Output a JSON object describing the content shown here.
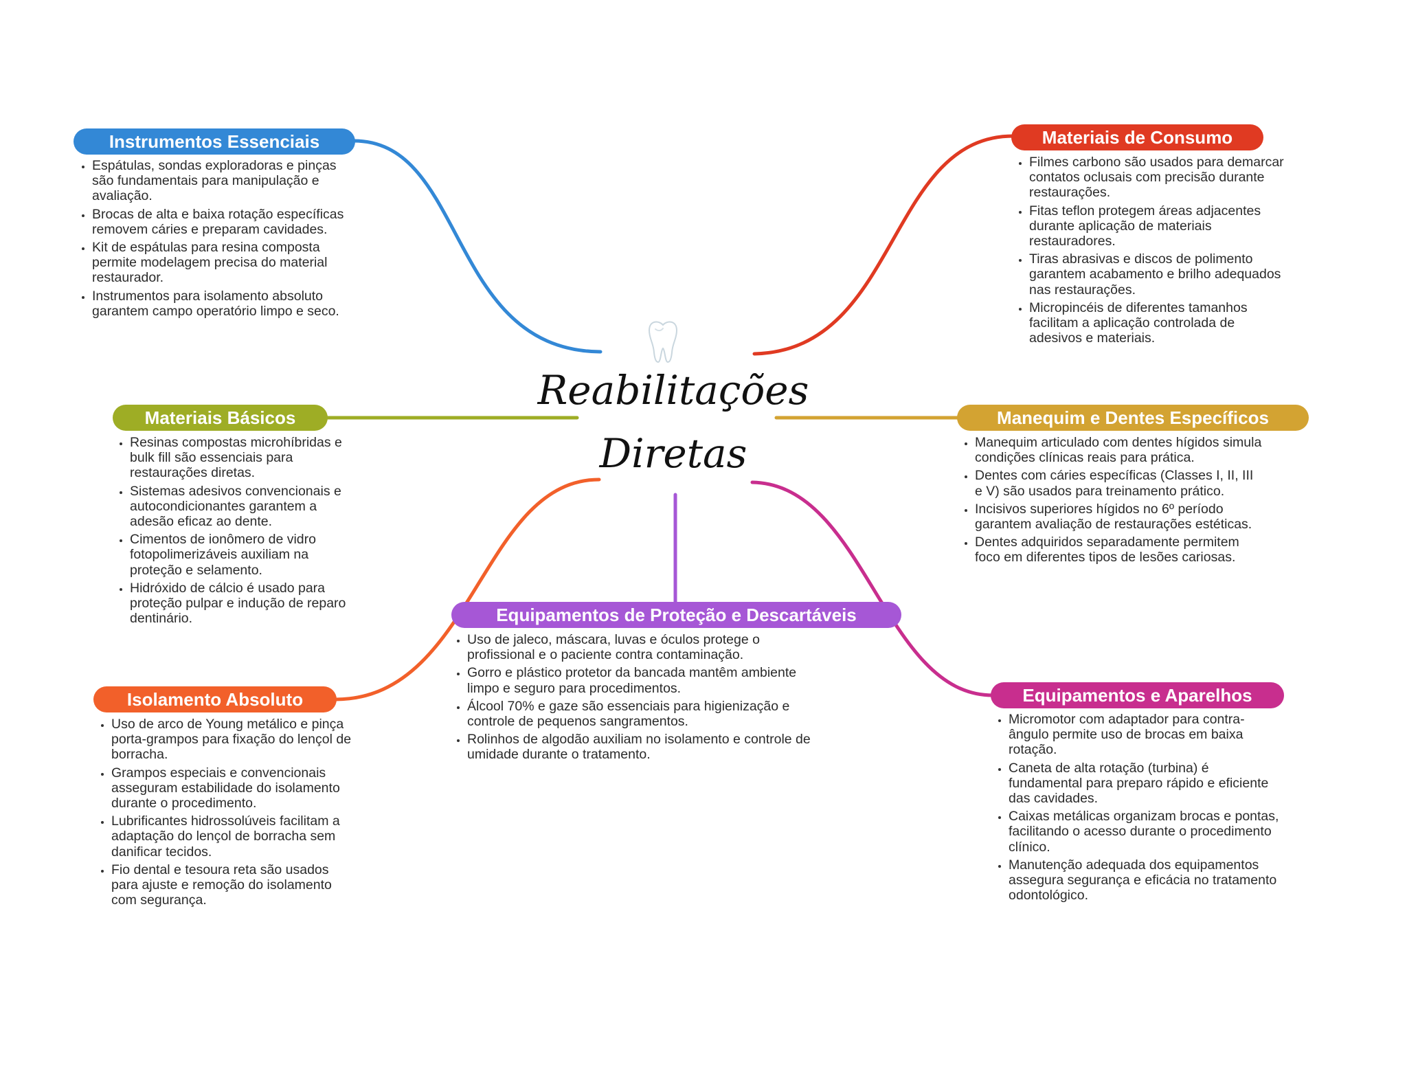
{
  "center": {
    "title_line1": "Reabilitações",
    "title_line2": "Diretas",
    "icon": "tooth-icon"
  },
  "branches": [
    {
      "id": "instrumentos-essenciais",
      "title": "Instrumentos Essenciais",
      "color": "#3388D6",
      "items": [
        "Espátulas, sondas exploradoras e pinças são fundamentais para manipulação e avaliação.",
        "Brocas de alta e baixa rotação específicas removem cáries e preparam cavidades.",
        "Kit de espátulas para resina composta permite modelagem precisa do material restaurador.",
        "Instrumentos para isolamento absoluto garantem campo operatório limpo e seco."
      ]
    },
    {
      "id": "materiais-de-consumo",
      "title": "Materiais de Consumo",
      "color": "#E03A22",
      "items": [
        "Filmes carbono são usados para demarcar contatos oclusais com precisão durante restaurações.",
        "Fitas teflon protegem áreas adjacentes durante aplicação de materiais restauradores.",
        "Tiras abrasivas e discos de polimento garantem acabamento e brilho adequados nas restaurações.",
        "Micropincéis de diferentes tamanhos facilitam a aplicação controlada de adesivos e materiais."
      ]
    },
    {
      "id": "materiais-basicos",
      "title": "Materiais Básicos",
      "color": "#9EAD25",
      "items": [
        "Resinas compostas microhíbridas e bulk fill são essenciais para restaurações diretas.",
        "Sistemas adesivos convencionais e autocondicionantes garantem a adesão eficaz ao dente.",
        "Cimentos de ionômero de vidro fotopolimerizáveis auxiliam na proteção e selamento.",
        "Hidróxido de cálcio é usado para proteção pulpar e indução de reparo dentinário."
      ]
    },
    {
      "id": "manequim-dentes",
      "title": "Manequim e Dentes Específicos",
      "color": "#D3A332",
      "items": [
        "Manequim articulado com dentes hígidos simula condições clínicas reais para prática.",
        "Dentes com cáries específicas (Classes I, II, III e V) são usados para treinamento prático.",
        "Incisivos superiores hígidos no 6º período garantem avaliação de restaurações estéticas.",
        "Dentes adquiridos separadamente permitem foco em diferentes tipos de lesões cariosas."
      ]
    },
    {
      "id": "equipamentos-protecao",
      "title": "Equipamentos de Proteção e Descartáveis",
      "color": "#A657D6",
      "items": [
        "Uso de jaleco, máscara, luvas e óculos protege o profissional e o paciente contra contaminação.",
        "Gorro e plástico protetor da bancada mantêm ambiente limpo e seguro para procedimentos.",
        "Álcool 70% e gaze são essenciais para higienização e controle de pequenos sangramentos.",
        "Rolinhos de algodão auxiliam no isolamento e controle de umidade durante o tratamento."
      ]
    },
    {
      "id": "isolamento-absoluto",
      "title": "Isolamento Absoluto",
      "color": "#F2602A",
      "items": [
        "Uso de arco de Young metálico e pinça porta-grampos para fixação do lençol de borracha.",
        "Grampos especiais e convencionais asseguram estabilidade do isolamento durante o procedimento.",
        "Lubrificantes hidrossolúveis facilitam a adaptação do lençol de borracha sem danificar tecidos.",
        "Fio dental e tesoura reta são usados para ajuste e remoção do isolamento com segurança."
      ]
    },
    {
      "id": "equipamentos-aparelhos",
      "title": "Equipamentos e Aparelhos",
      "color": "#C82E8E",
      "items": [
        "Micromotor com adaptador para contra-ângulo permite uso de brocas em baixa rotação.",
        "Caneta de alta rotação (turbina) é fundamental para preparo rápido e eficiente das cavidades.",
        "Caixas metálicas organizam brocas e pontas, facilitando o acesso durante o procedimento clínico.",
        "Manutenção adequada dos equipamentos assegura segurança e eficácia no tratamento odontológico."
      ]
    }
  ]
}
